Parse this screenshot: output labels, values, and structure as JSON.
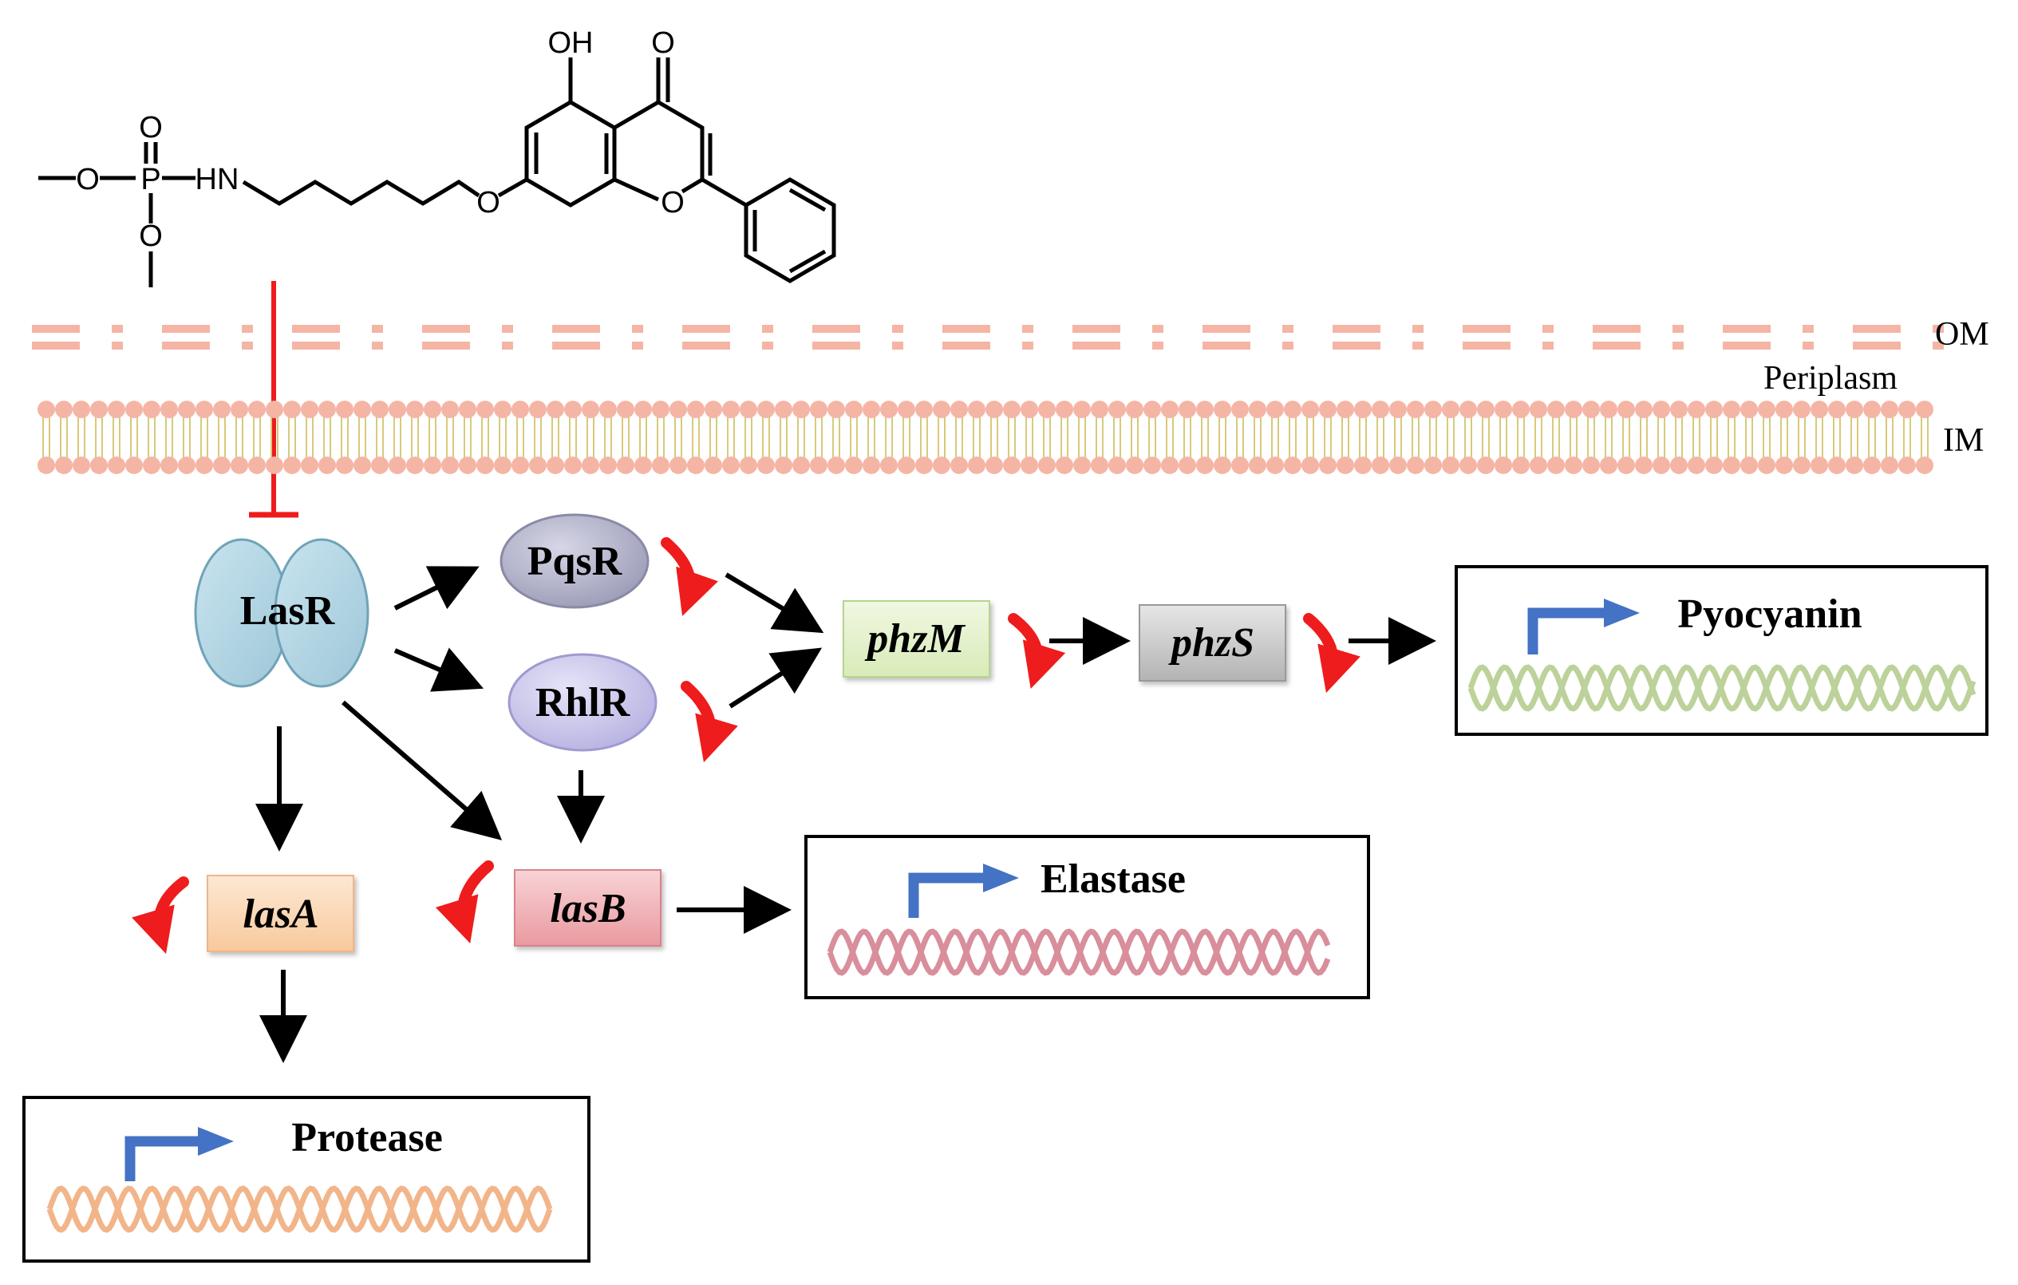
{
  "molecule": {
    "atoms": {
      "oh": "OH",
      "carbonyl_o": "O",
      "phos_o_top": "O",
      "phos_p": "P",
      "phos_o_left": "O",
      "phos_o_bottom": "O",
      "amine": "HN",
      "ether_o": "O",
      "ring_o": "O"
    }
  },
  "membrane": {
    "outer": "OM",
    "periplasm": "Periplasm",
    "inner": "IM"
  },
  "nodes": {
    "lasr": "LasR",
    "pqsr": "PqsR",
    "rhlr": "RhlR"
  },
  "genes": {
    "phzm": "phzM",
    "phzs": "phzS",
    "lasa": "lasA",
    "lasb": "lasB"
  },
  "products": {
    "pyocyanin": "Pyocyanin",
    "elastase": "Elastase",
    "protease": "Protease"
  },
  "colors": {
    "inhibition": "#ee1c1c",
    "activation": "#000000",
    "downregulation_arrow": "#ee1c1c",
    "promoter_arrow": "#4472c4",
    "membrane": "#f5b5a5",
    "lasr_fill": "#b9dbe8",
    "pqsr_fill": "#b6b6cc",
    "rhlr_fill": "#cfcdee",
    "phzm_fill": "#e3f2cc",
    "phzs_fill": "#c9c9c9",
    "lasa_fill": "#fbd9b7",
    "lasb_fill": "#f0b3b7",
    "dna_pyocyanin": "#bcd29a",
    "dna_elastase": "#d98e9c",
    "dna_protease": "#f2b58a"
  }
}
